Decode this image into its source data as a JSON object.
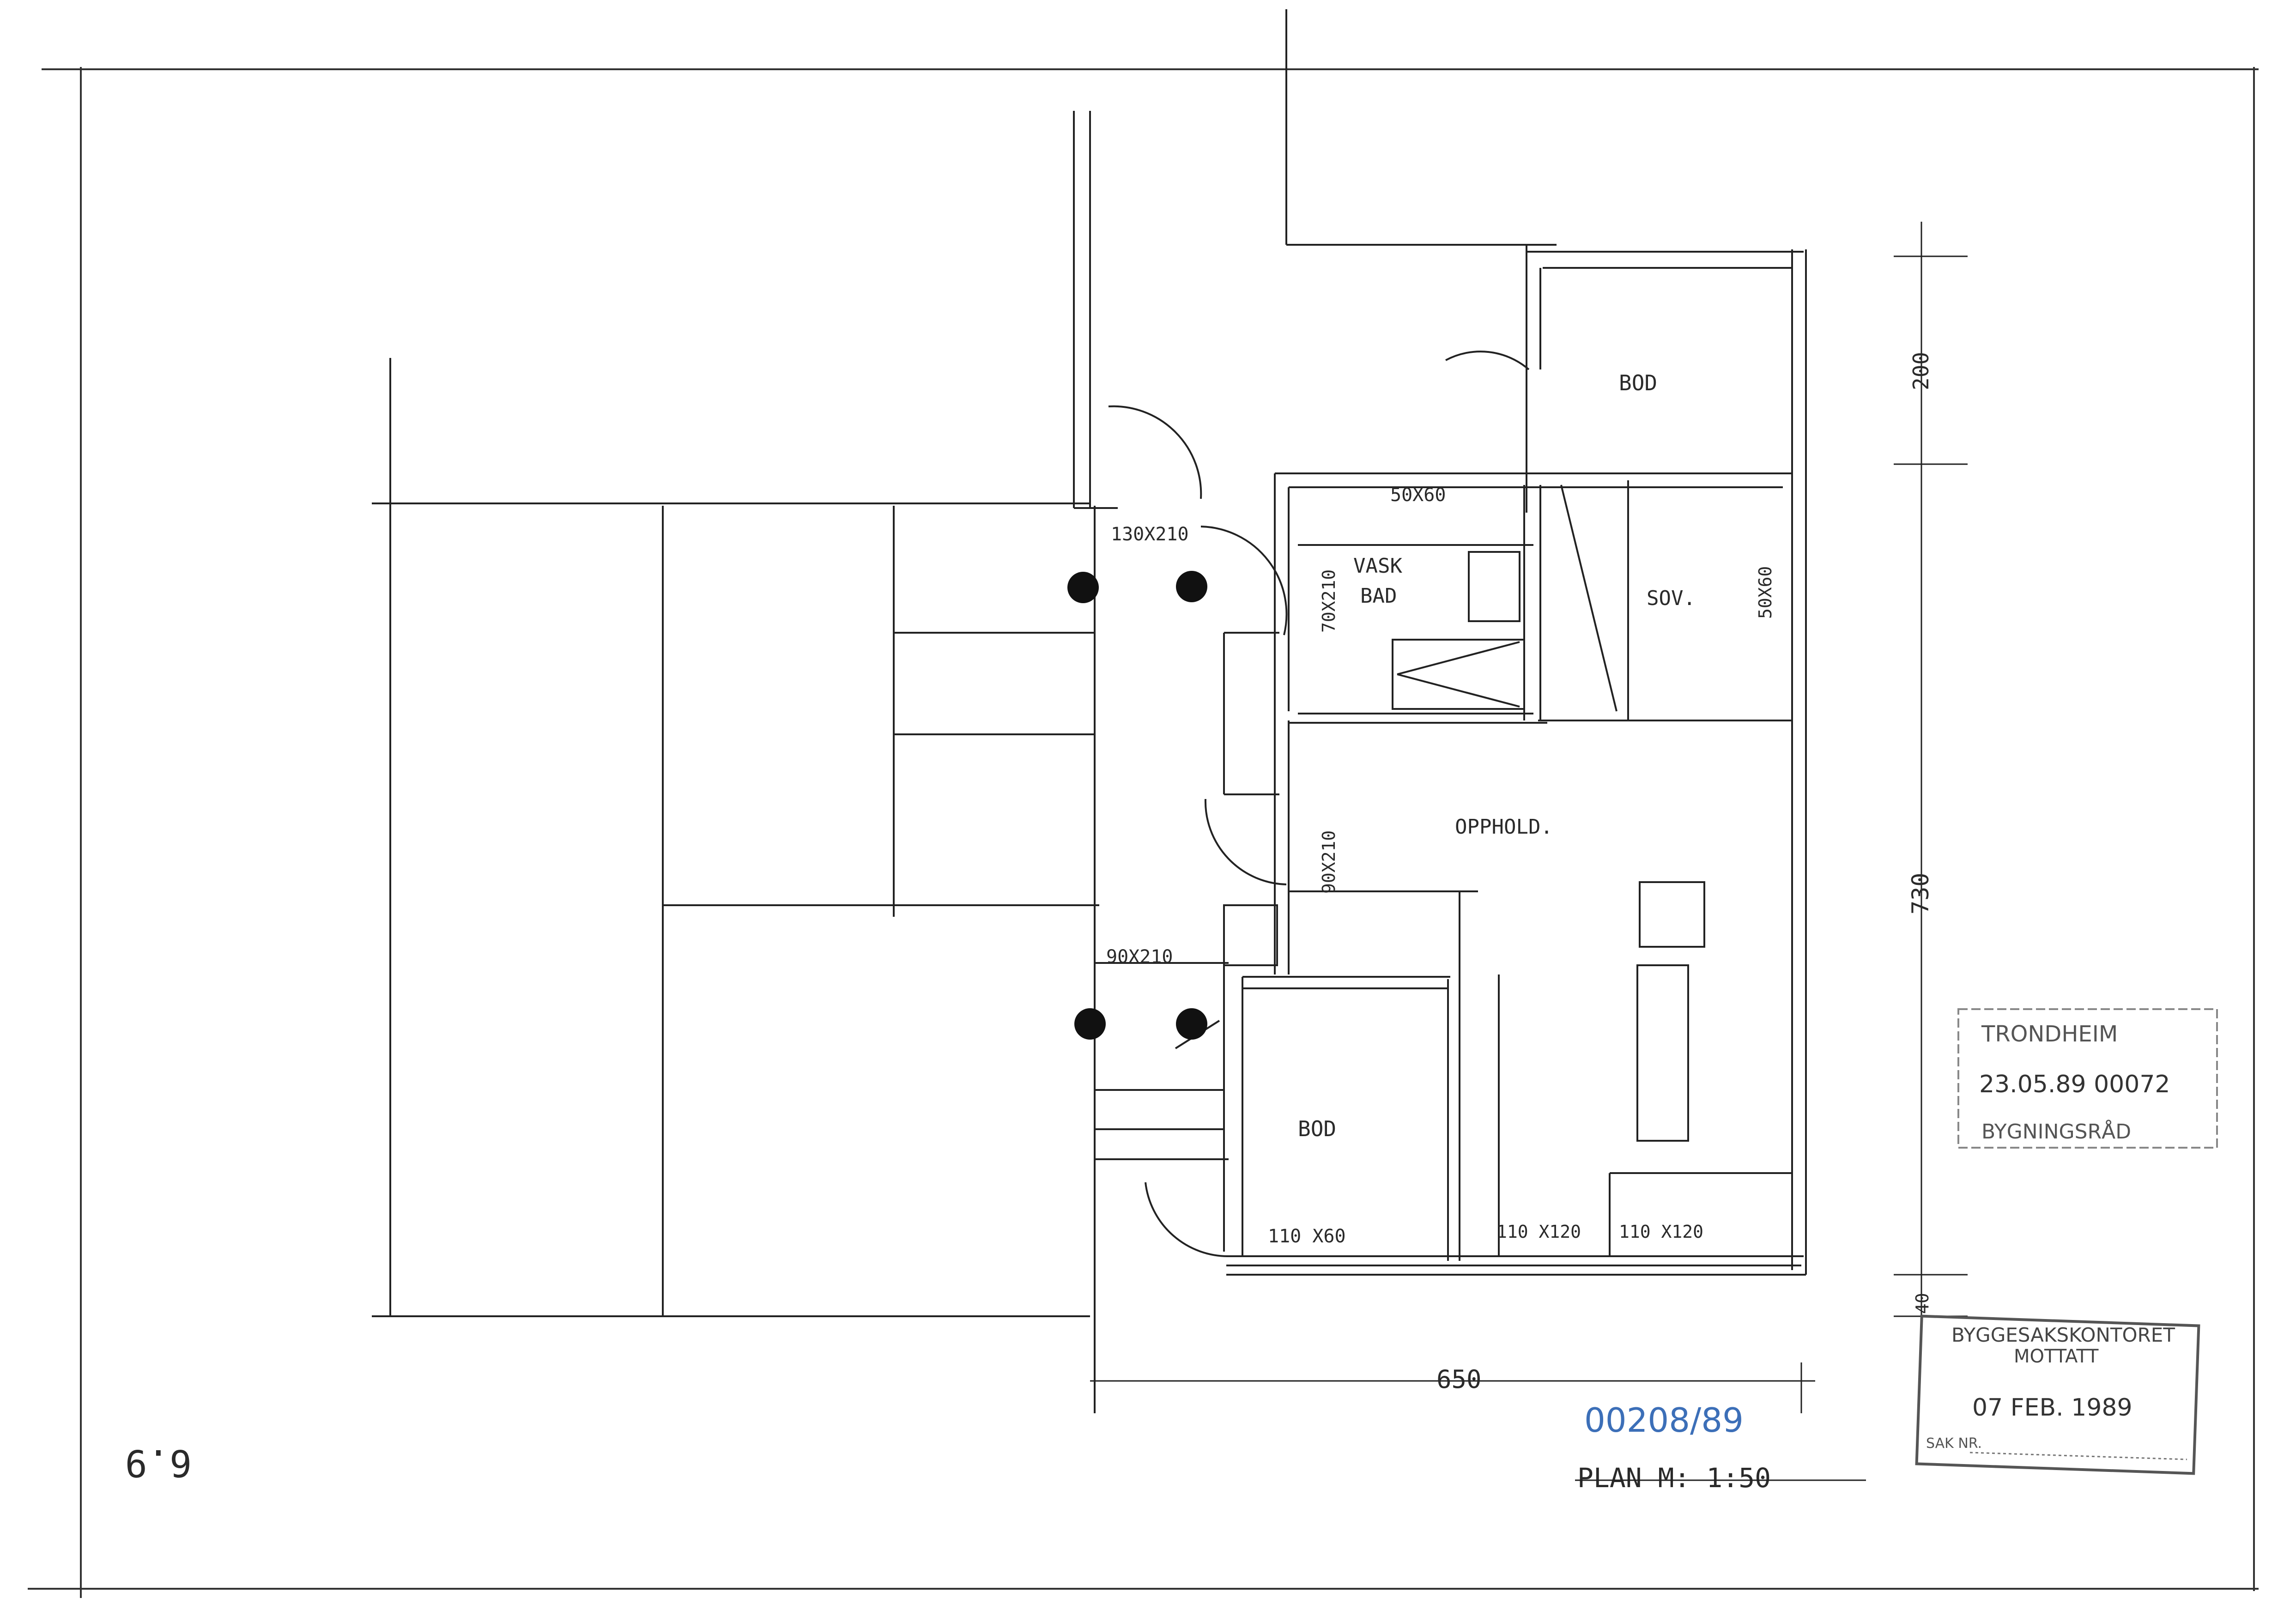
{
  "rooms": {
    "bod_upper": "BOD",
    "sov": "SOV.",
    "vask": "VASK",
    "bad": "BAD",
    "opphold": "OPPHOLD.",
    "bod_lower": "BOD"
  },
  "openings": {
    "door_130x210": "130X210",
    "window_50x60": "50X60",
    "door_70x210": "70X210",
    "window_50x60_sov": "50X60",
    "door_90x210_a": "90X210",
    "door_90x210_b": "90X210",
    "window_110x60": "110 X60",
    "window_110x120_a": "110 X120",
    "window_110x120_b": "110 X120"
  },
  "dimensions": {
    "width": "650",
    "depth_total": "730",
    "depth_upper": "200",
    "depth_lower": "40"
  },
  "title_block": {
    "plan_label": "PLAN  M: 1:50",
    "case_number": "00208/89",
    "margin_note": "6.9"
  },
  "stamps": {
    "trondheim": {
      "title": "TRONDHEIM",
      "date_number": "23.05.89  00072",
      "footer": "BYGNINGSRÅD"
    },
    "byggesak": {
      "title": "BYGGESAKSKONTORET",
      "subtitle": "MOTTATT",
      "date": "07 FEB. 1989",
      "case_label": "SAK NR."
    }
  },
  "colors": {
    "ink": "#222222",
    "stamp_blue": "#3c6fb8",
    "stamp_gray": "#555555"
  }
}
